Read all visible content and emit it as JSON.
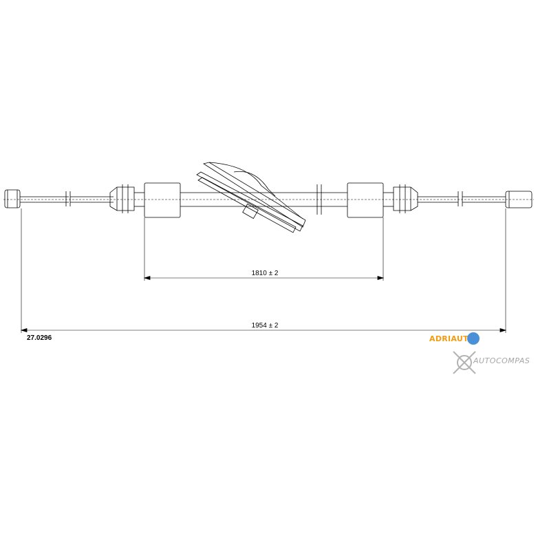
{
  "drawing": {
    "part_number": "27.0296",
    "dimensions": [
      {
        "id": "inner",
        "label": "1810 ± 2"
      },
      {
        "id": "overall",
        "label": "1954 ± 2"
      }
    ]
  },
  "branding": {
    "manufacturer_logo": "ADRIAUTO",
    "watermark": "AUTOCOMPAS"
  },
  "colors": {
    "line": "#000000",
    "brand_orange": "#f39c12",
    "brand_blue": "#4a90d9",
    "watermark": "#a6a6a6"
  }
}
